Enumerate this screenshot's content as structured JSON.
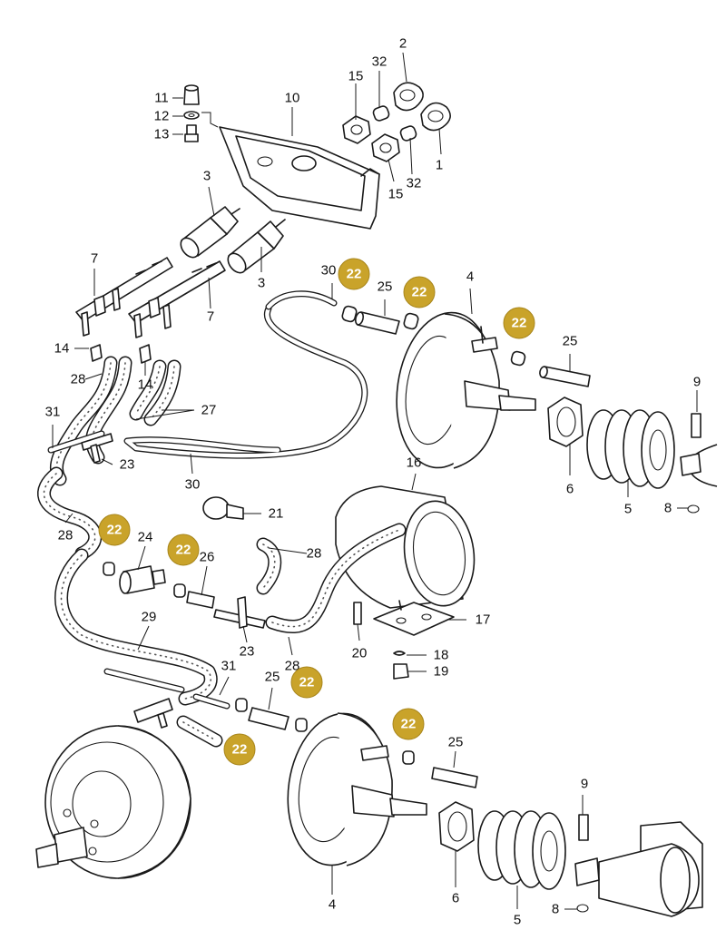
{
  "diagram": {
    "labels": {
      "l1": "1",
      "l2": "2",
      "l3a": "3",
      "l3b": "3",
      "l4a": "4",
      "l4b": "4",
      "l5a": "5",
      "l5b": "5",
      "l6a": "6",
      "l6b": "6",
      "l7a": "7",
      "l7b": "7",
      "l8a": "8",
      "l8b": "8",
      "l9a": "9",
      "l9b": "9",
      "l10": "10",
      "l11": "11",
      "l12": "12",
      "l13": "13",
      "l14a": "14",
      "l14b": "14",
      "l15a": "15",
      "l15b": "15",
      "l16": "16",
      "l17": "17",
      "l18": "18",
      "l19": "19",
      "l20": "20",
      "l21": "21",
      "l23a": "23",
      "l23b": "23",
      "l24": "24",
      "l25a": "25",
      "l25b": "25",
      "l25c": "25",
      "l25d": "25",
      "l26": "26",
      "l27": "27",
      "l28a": "28",
      "l28b": "28",
      "l28c": "28",
      "l28d": "28",
      "l29": "29",
      "l30a": "30",
      "l30b": "30",
      "l31a": "31",
      "l31b": "31",
      "l32a": "32",
      "l32b": "32"
    },
    "badges": {
      "b1": "22",
      "b2": "22",
      "b3": "22",
      "b4": "22",
      "b5": "22",
      "b6": "22",
      "b7": "22",
      "b8": "22"
    },
    "colors": {
      "badge": "#c9a32a",
      "ink": "#1a1a1a"
    }
  }
}
